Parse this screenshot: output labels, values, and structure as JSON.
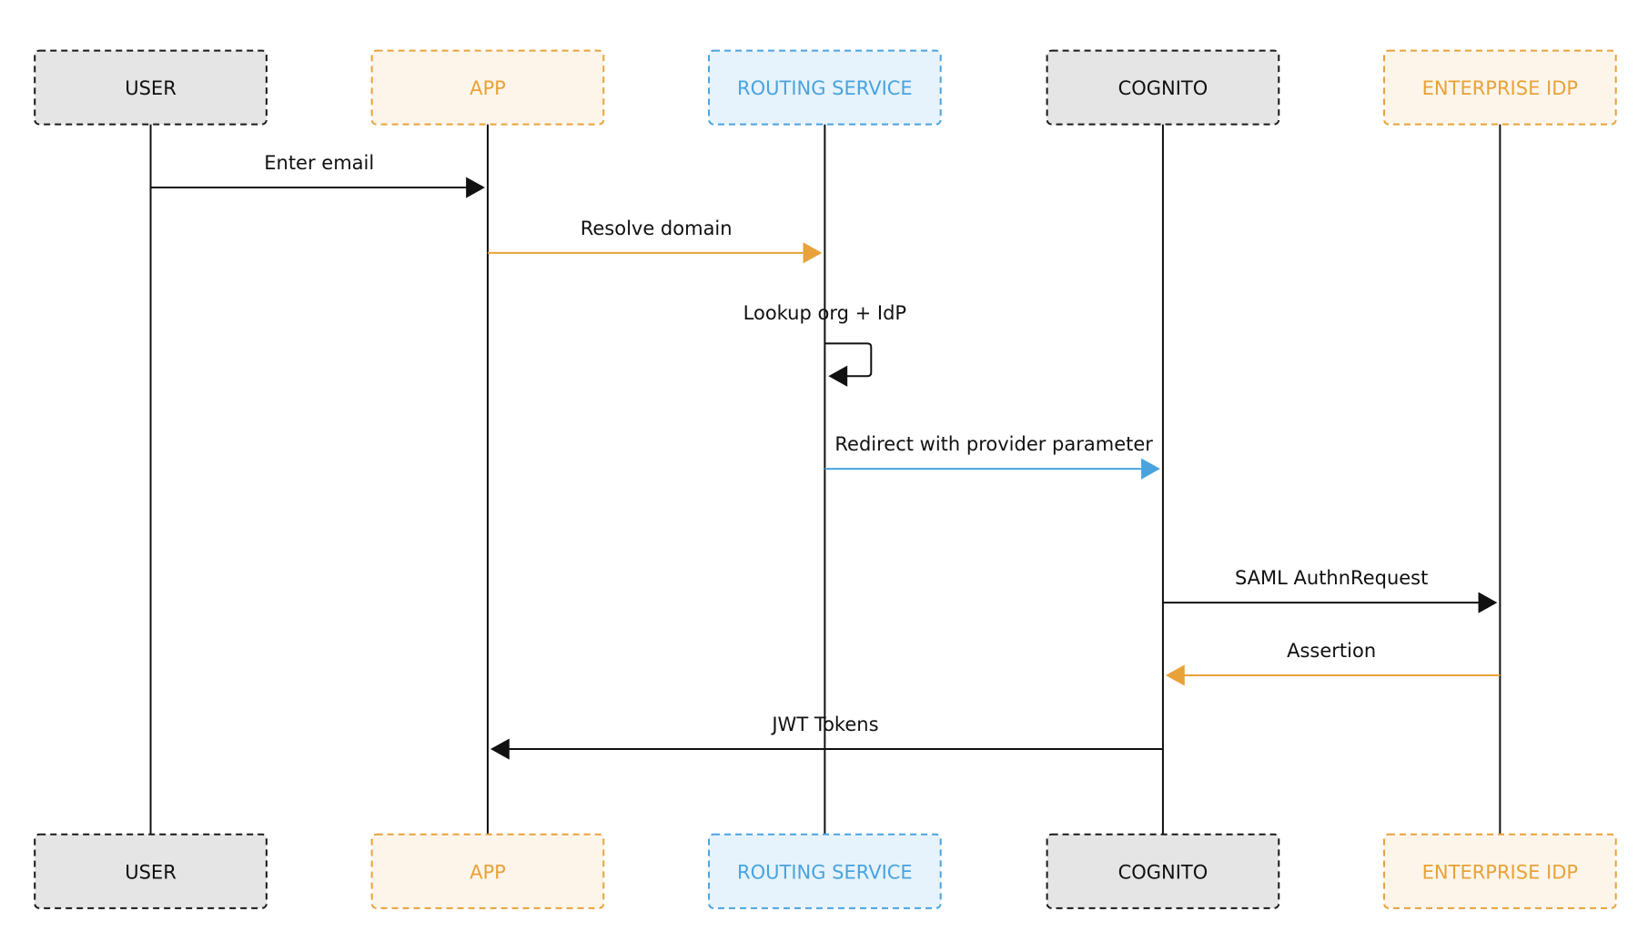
{
  "diagram": {
    "type": "sequence",
    "actors": [
      {
        "id": "user",
        "label": "USER",
        "text_color": "#111111",
        "fill": "#e5e5e5",
        "stroke": "#1a1a1a"
      },
      {
        "id": "app",
        "label": "APP",
        "text_color": "#e8a23a",
        "fill": "#fdf5ea",
        "stroke": "#e8a23a"
      },
      {
        "id": "routing",
        "label": "ROUTING SERVICE",
        "text_color": "#4aa3df",
        "fill": "#e6f3fc",
        "stroke": "#4aa3df"
      },
      {
        "id": "cognito",
        "label": "COGNITO",
        "text_color": "#111111",
        "fill": "#e5e5e5",
        "stroke": "#1a1a1a"
      },
      {
        "id": "idp",
        "label": "ENTERPRISE IDP",
        "text_color": "#e8a23a",
        "fill": "#fdf5ea",
        "stroke": "#e8a23a"
      }
    ],
    "messages": [
      {
        "from": "user",
        "to": "app",
        "label": "Enter email",
        "color": "#111111"
      },
      {
        "from": "app",
        "to": "routing",
        "label": "Resolve domain",
        "color": "#e8a23a"
      },
      {
        "from": "routing",
        "to": "routing",
        "label": "Lookup org + IdP",
        "color": "#111111",
        "self": true
      },
      {
        "from": "routing",
        "to": "cognito",
        "label": "Redirect with provider parameter",
        "color": "#4aa3df"
      },
      {
        "from": "cognito",
        "to": "idp",
        "label": "SAML AuthnRequest",
        "color": "#111111"
      },
      {
        "from": "idp",
        "to": "cognito",
        "label": "Assertion",
        "color": "#e8a23a"
      },
      {
        "from": "cognito",
        "to": "app",
        "label": "JWT Tokens",
        "color": "#111111"
      }
    ]
  }
}
